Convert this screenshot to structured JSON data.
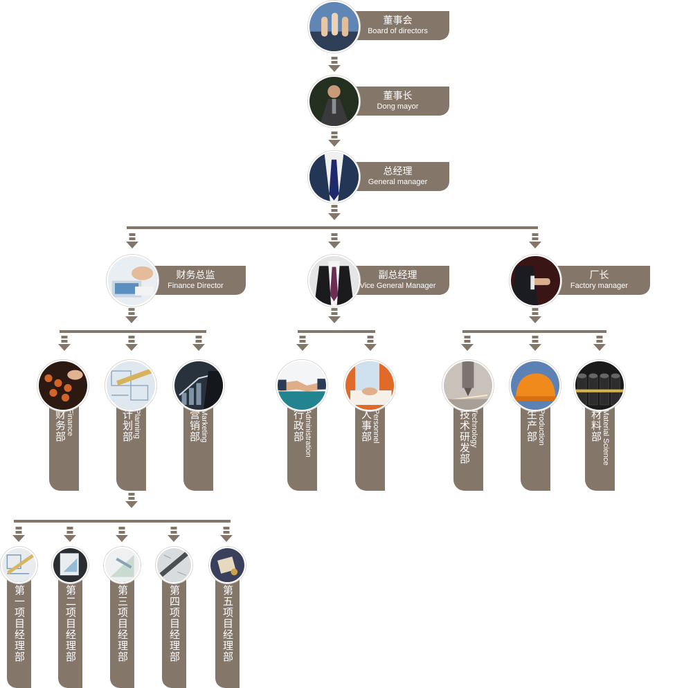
{
  "colors": {
    "label_bg": "#85766a",
    "connector": "#85766a",
    "label_text": "#ffffff"
  },
  "top": [
    {
      "zh": "董事会",
      "en": "Board of directors",
      "icon": "thumbs-up-photo-icon"
    },
    {
      "zh": "董事长",
      "en": "Dong mayor",
      "icon": "chairman-photo-icon"
    },
    {
      "zh": "总经理",
      "en": "General manager",
      "icon": "suit-tie-photo-icon"
    }
  ],
  "directors": [
    {
      "zh": "财务总监",
      "en": "Finance Director",
      "icon": "laptop-photo-icon"
    },
    {
      "zh": "副总经理",
      "en": "Vice General Manager",
      "icon": "suit-tie-photo-icon"
    },
    {
      "zh": "厂长",
      "en": "Factory manager",
      "icon": "handshake-offer-photo-icon"
    }
  ],
  "departments": [
    {
      "zh": "财务部",
      "en": "Finance",
      "icon": "abacus-photo-icon"
    },
    {
      "zh": "计划部",
      "en": "Planning",
      "icon": "blueprint-photo-icon"
    },
    {
      "zh": "营销部",
      "en": "Marketing",
      "icon": "growth-chart-photo-icon"
    },
    {
      "zh": "行政部",
      "en": "Administration",
      "icon": "handshake-photo-icon"
    },
    {
      "zh": "人事部",
      "en": "Personnel",
      "icon": "writing-photo-icon"
    },
    {
      "zh": "技术研发部",
      "en": "Technology",
      "icon": "machining-photo-icon"
    },
    {
      "zh": "生产部",
      "en": "Production",
      "icon": "hard-hat-photo-icon"
    },
    {
      "zh": "材料部",
      "en": "Material Science",
      "icon": "material-rolls-photo-icon"
    }
  ],
  "projects": [
    {
      "zh": "第一项目经理部",
      "icon": "plans-photo-icon"
    },
    {
      "zh": "第二项目经理部",
      "icon": "drafting-photo-icon"
    },
    {
      "zh": "第三项目经理部",
      "icon": "drawing-tools-photo-icon"
    },
    {
      "zh": "第四项目经理部",
      "icon": "ruler-photo-icon"
    },
    {
      "zh": "第五项目经理部",
      "icon": "desk-photo-icon"
    }
  ]
}
